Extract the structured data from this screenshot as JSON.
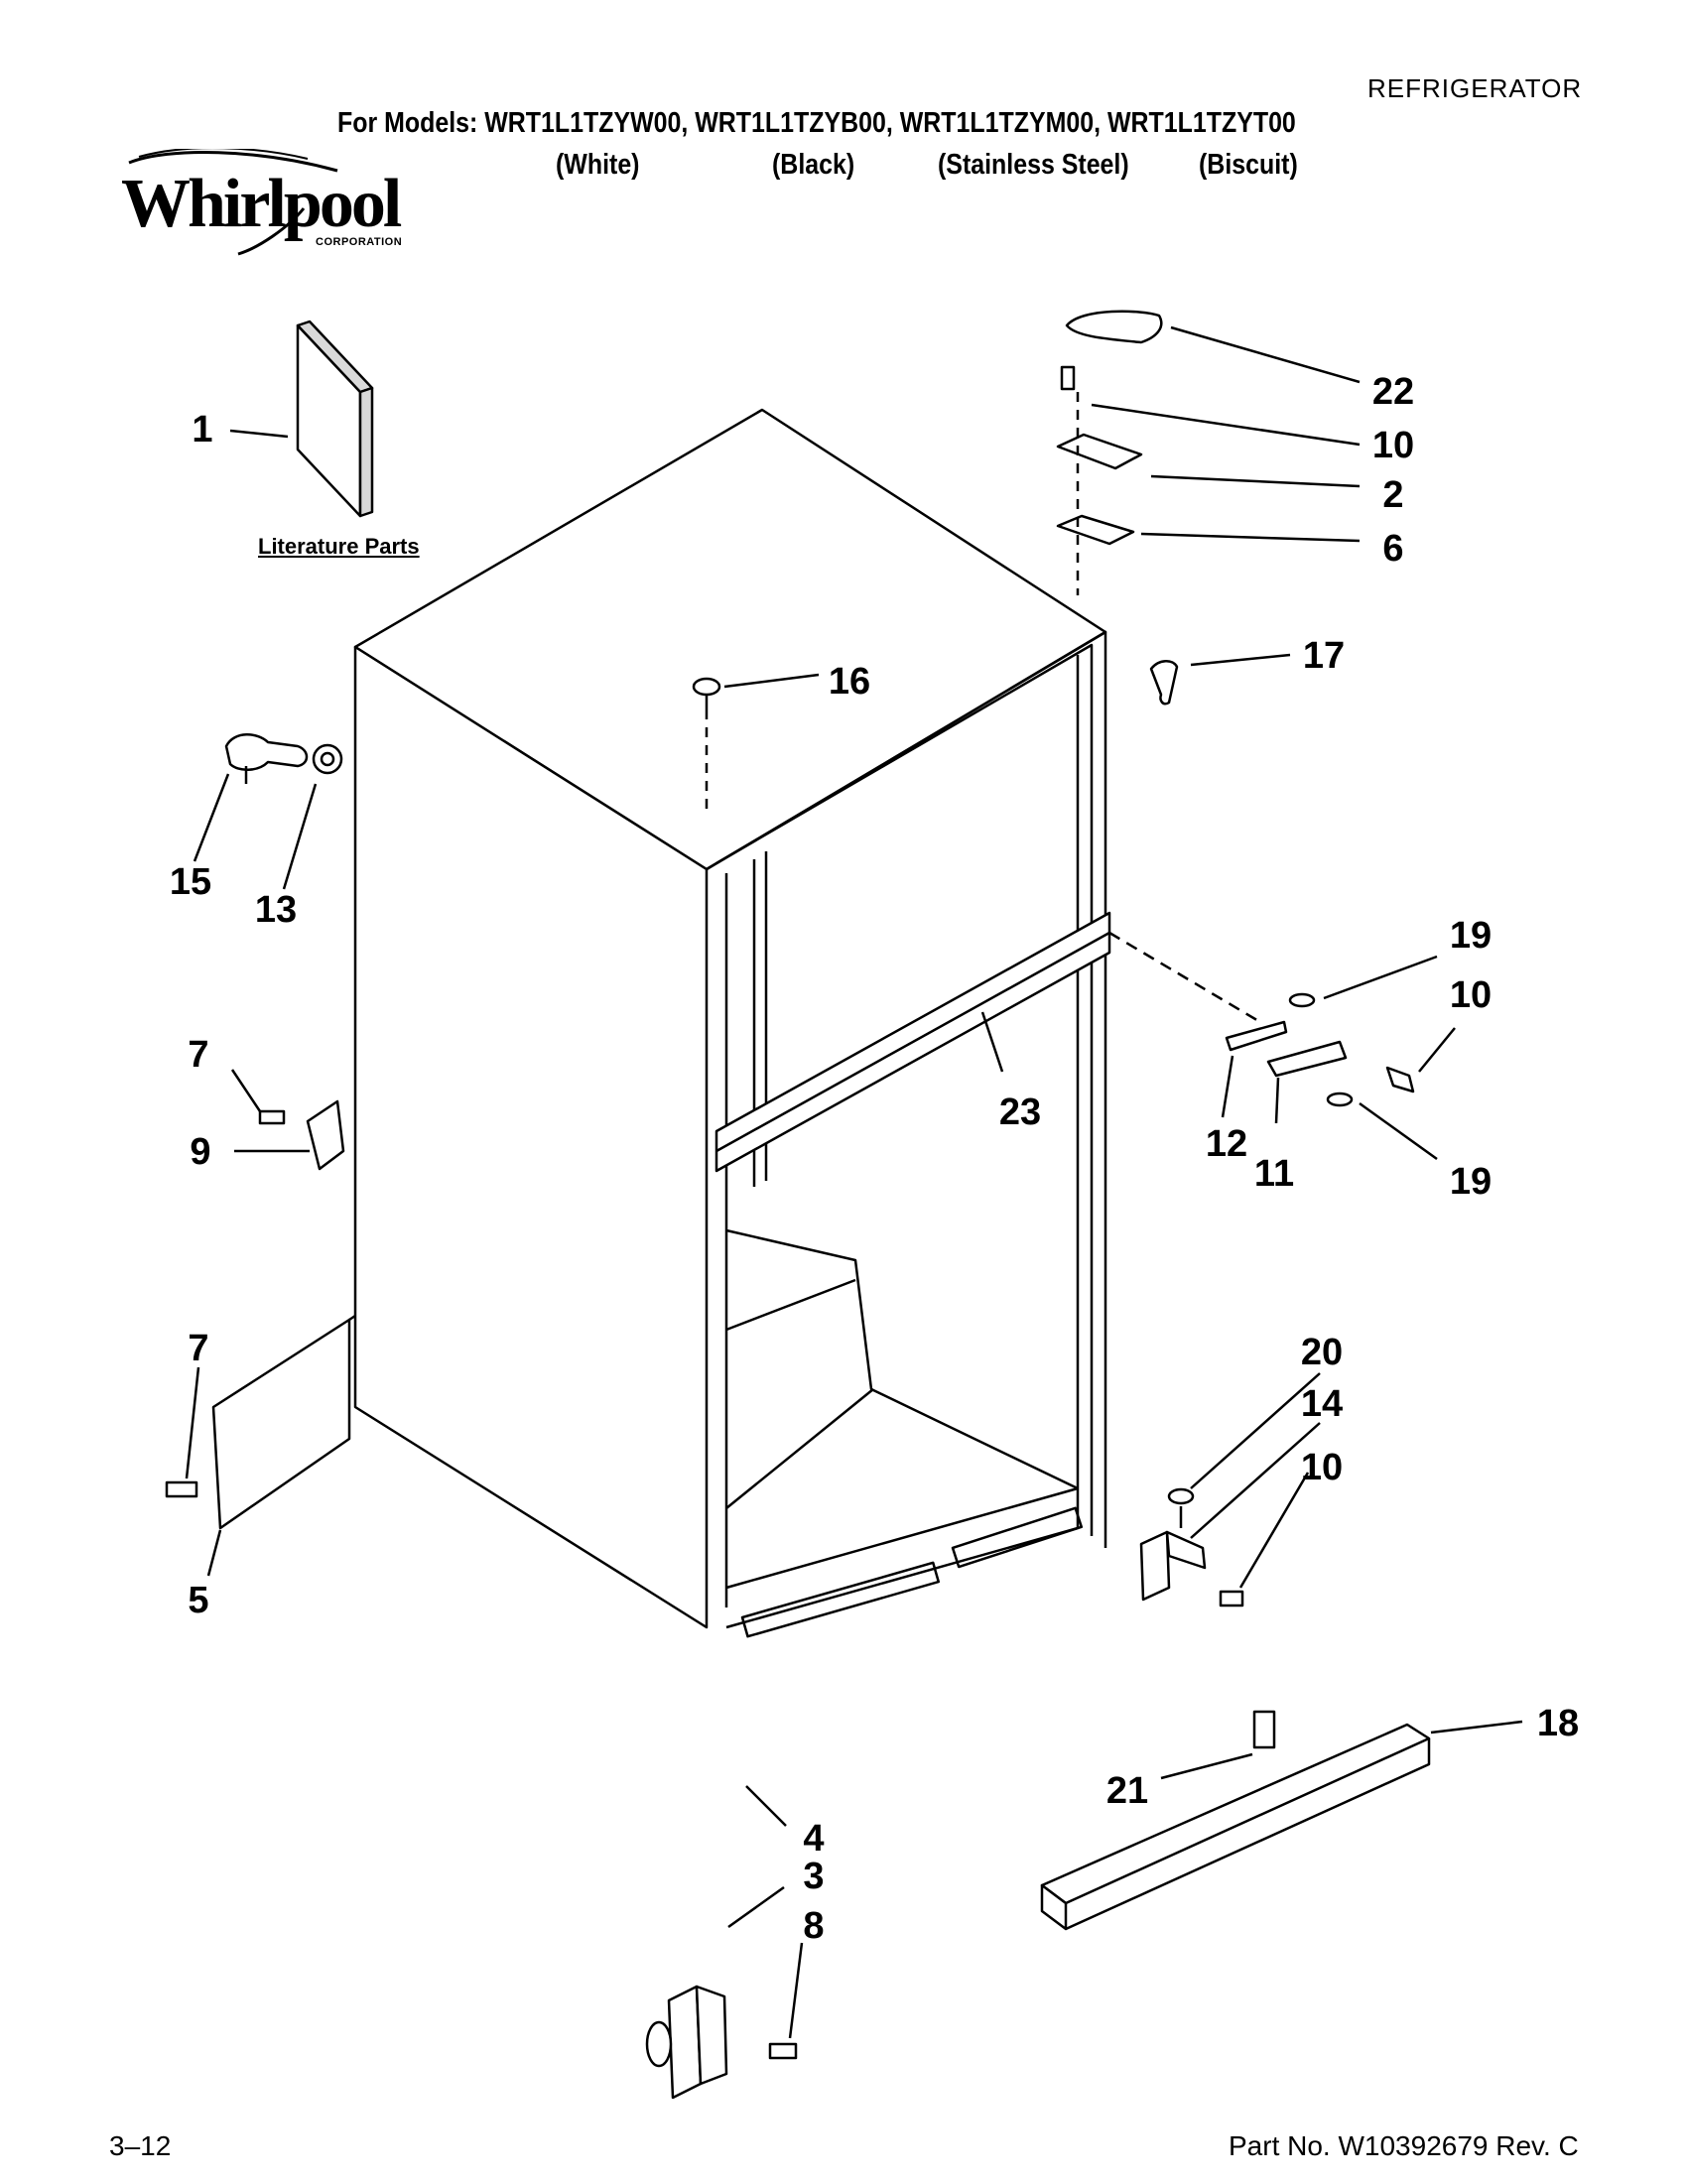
{
  "header": {
    "category": "REFRIGERATOR",
    "models_line": "For Models: WRT1L1TZYW00, WRT1L1TZYB00, WRT1L1TZYM00, WRT1L1TZYT00",
    "variants": [
      "(White)",
      "(Black)",
      "(Stainless Steel)",
      "(Biscuit)"
    ]
  },
  "logo": {
    "word": "Whirlpool",
    "corp": "CORPORATION"
  },
  "diagram": {
    "literature_label": "Literature Parts",
    "callouts": [
      "1",
      "22",
      "10",
      "2",
      "6",
      "17",
      "16",
      "15",
      "13",
      "19",
      "10",
      "7",
      "9",
      "12",
      "11",
      "19",
      "23",
      "20",
      "14",
      "10",
      "7",
      "5",
      "18",
      "21",
      "4",
      "3",
      "8"
    ]
  },
  "footer": {
    "page": "3–12",
    "part_no": "Part No. W10392679 Rev. C"
  },
  "colors": {
    "line": "#000000",
    "background": "#ffffff",
    "shade": "#d9d9d9"
  }
}
